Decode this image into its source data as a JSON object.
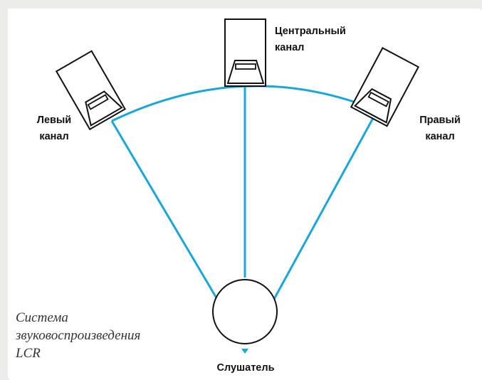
{
  "labels": {
    "center": [
      "Центральный",
      "канал"
    ],
    "left": [
      "Левый",
      "канал"
    ],
    "right": [
      "Правый",
      "канал"
    ],
    "listener": "Слушатель"
  },
  "caption": [
    "Система",
    "звуковоспроизведения",
    "LCR"
  ],
  "colors": {
    "line": "#1aa7d8",
    "speaker_stroke": "#111111",
    "text": "#111111",
    "caption_text": "#333333"
  }
}
